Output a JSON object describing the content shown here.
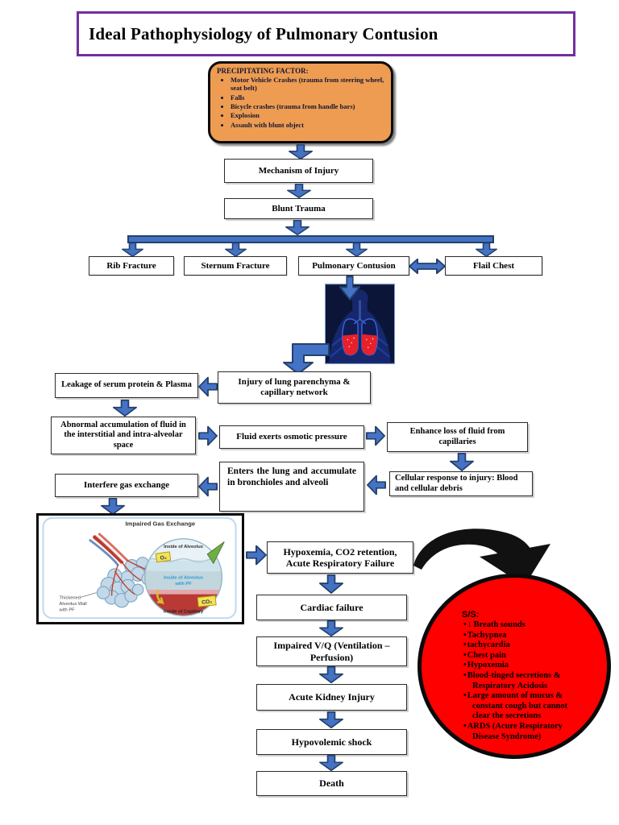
{
  "page": {
    "title": "Ideal Pathophysiology of Pulmonary Contusion"
  },
  "precipitating_factor": {
    "heading": "PRECIPITATING FACTOR:",
    "items": [
      "Motor Vehicle Crashes (trauma from steering wheel, seat belt)",
      "Falls",
      "Bicycle crashes (trauma from handle bars)",
      "Explosion",
      "Assault with blunt object"
    ]
  },
  "flow": {
    "mechanism_of_injury": "Mechanism of Injury",
    "blunt_trauma": "Blunt Trauma",
    "rib_fracture": "Rib Fracture",
    "sternum_fracture": "Sternum Fracture",
    "pulmonary_contusion": "Pulmonary Contusion",
    "flail_chest": "Flail Chest",
    "injury_lung_parenchyma": "Injury of lung parenchyma & capillary network",
    "leakage_serum": "Leakage of serum protein & Plasma",
    "abnormal_fluid": "Abnormal accumulation of fluid in the interstitial and intra-alveolar space",
    "fluid_osmotic": "Fluid exerts osmotic pressure",
    "enhance_loss": "Enhance loss of fluid from capillaries",
    "cellular_response": "Cellular response to injury: Blood and cellular debris",
    "enters_lung": "Enters the lung and accumulate in bronchioles and alveoli",
    "interfere_gas": "Interfere gas exchange",
    "hypoxemia": "Hypoxemia, CO2 retention, Acute Respiratory Failure",
    "cardiac_failure": "Cardiac failure",
    "impaired_vq": "Impaired V/Q (Ventilation – Perfusion)",
    "acute_kidney": "Acute Kidney Injury",
    "hypovolemic_shock": "Hypovolemic shock",
    "death": "Death"
  },
  "signs_symptoms": {
    "heading": "S/S:",
    "items": [
      "↓ Breath sounds",
      "Tachypnea",
      "tachycardia",
      "Chest pain",
      "Hypoxemia",
      "Blood-tinged secretions & Respiratory Acidosis",
      "Large amount of mucus & constant cough but cannot clear the secretions",
      "ARDS (Acure Respiratory Disease Syndrome)"
    ]
  },
  "impaired_gas_image": {
    "title": "Impaired Gas Exchange",
    "label_inside_alveolus": "Inside of Alveolus",
    "label_o2": "O₂",
    "label_inside_alveolus_pf_1": "Inside of Alveolus",
    "label_inside_alveolus_pf_2": "with PF",
    "label_co2": "CO₂",
    "label_inside_capillary": "Inside of Capillary",
    "label_thickened_1": "Thickened",
    "label_thickened_2": "Alveolus Wall",
    "label_thickened_3": "with PF"
  },
  "colors": {
    "arrow_blue": "#4472C4",
    "arrow_blue_dark": "#24416B",
    "orange_box": "#ED9C51",
    "title_border": "#7030A0",
    "circle_red": "#FE0000",
    "lungs_bg_navy": "#0B1538",
    "contusion_red": "#E8202A"
  }
}
